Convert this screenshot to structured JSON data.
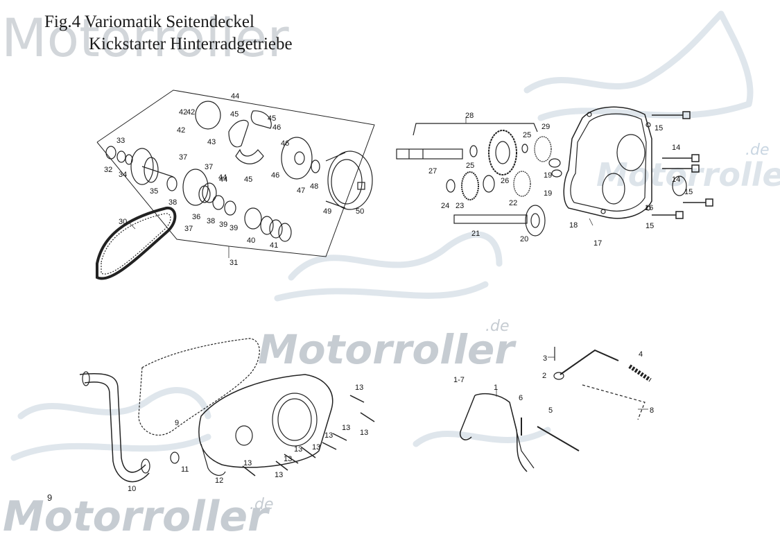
{
  "figure": {
    "title_line1": "Fig.4  Variomatik Seitendeckel",
    "title_line2": "Kickstarter Hinterradgetriebe",
    "page_number": "9"
  },
  "watermark": {
    "brand": "Motorroller",
    "tld": ".de"
  },
  "callouts": {
    "variomatik": [
      "44",
      "42",
      "42",
      "42",
      "43",
      "45",
      "45",
      "46",
      "33",
      "46",
      "32",
      "34",
      "37",
      "44",
      "35",
      "38",
      "37",
      "44",
      "45",
      "46",
      "47",
      "48",
      "49",
      "50",
      "36",
      "38",
      "39",
      "39",
      "37",
      "40",
      "41",
      "30",
      "31"
    ],
    "gearbox": [
      "28",
      "27",
      "25",
      "29",
      "15",
      "14",
      "14",
      "25",
      "26",
      "19",
      "19",
      "24",
      "23",
      "22",
      "15",
      "21",
      "20",
      "18",
      "16",
      "15",
      "17"
    ],
    "cover": [
      "9",
      "13",
      "13",
      "13",
      "13",
      "13",
      "13",
      "13",
      "13",
      "13",
      "11",
      "12",
      "10"
    ],
    "kickstarter": [
      "3",
      "2",
      "4",
      "1-7",
      "1",
      "6",
      "5",
      "8"
    ]
  }
}
